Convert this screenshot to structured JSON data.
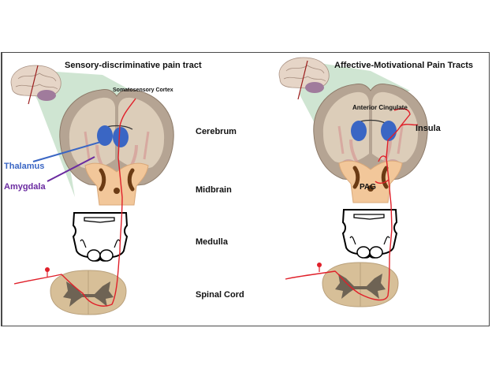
{
  "left_panel": {
    "title": "Sensory-discriminative pain tract",
    "labels": {
      "somatosensory": "Somatosensory Cortex",
      "thalamus": "Thalamus",
      "amygdala": "Amygdala"
    }
  },
  "right_panel": {
    "title": "Affective-Motivational Pain Tracts",
    "labels": {
      "anterior_cingulate": "Anterior Cingulate",
      "insula": "Insula",
      "pag": "PAG"
    }
  },
  "levels": {
    "cerebrum": "Cerebrum",
    "midbrain": "Midbrain",
    "medulla": "Medulla",
    "spinal_cord": "Spinal Cord"
  },
  "colors": {
    "pathway": "#e0202a",
    "thalamus": "#3a66c4",
    "amygdala": "#6a2aa0",
    "projection_cone": "#cfe5d2",
    "brain_tissue": "#c9b9a5",
    "midbrain": "#f2c79a",
    "spinal_cord": "#d7bf98"
  }
}
